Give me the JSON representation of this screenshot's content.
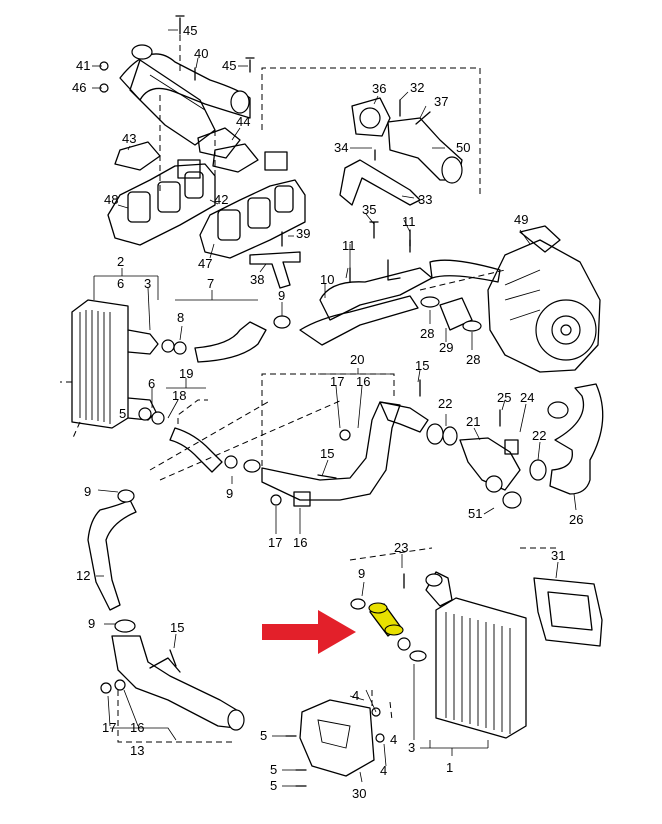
{
  "highlight_color": "#e8e000",
  "arrow_color": "#e3202a",
  "callouts": [
    "45",
    "45",
    "41",
    "40",
    "46",
    "43",
    "44",
    "48",
    "42",
    "47",
    "36",
    "32",
    "37",
    "34",
    "50",
    "33",
    "35",
    "11",
    "39",
    "38",
    "49",
    "2",
    "6",
    "3",
    "7",
    "9",
    "10",
    "11",
    "8",
    "28",
    "28",
    "29",
    "5",
    "20",
    "17",
    "16",
    "15",
    "6",
    "19",
    "18",
    "22",
    "25",
    "24",
    "21",
    "22",
    "9",
    "15",
    "9",
    "17",
    "16",
    "26",
    "51",
    "23",
    "31",
    "9",
    "12",
    "9",
    "15",
    "4",
    "17",
    "16",
    "13",
    "5",
    "5",
    "5",
    "30",
    "4",
    "3",
    "1",
    "4"
  ]
}
